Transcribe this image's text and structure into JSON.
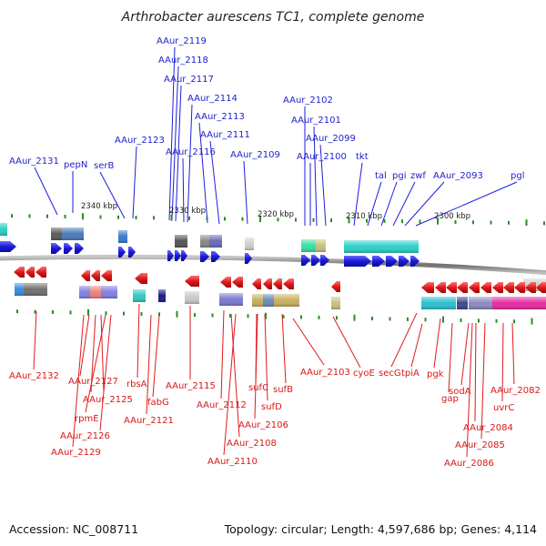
{
  "title": "Arthrobacter aurescens TC1, complete genome",
  "footer": {
    "accession": "Accession: NC_008711",
    "summary": "Topology: circular; Length: 4,597,686 bp; Genes: 4,114"
  },
  "colors": {
    "forward_strand": "#1e1edc",
    "reverse_strand": "#e11a1a",
    "backbone": "#8a8a8a",
    "tick": "#2c8c22"
  },
  "scale_ticks": [
    "2340 kbp",
    "2330 kbp",
    "2320 kbp",
    "2310 kbp",
    "2300 kbp"
  ],
  "forward_labels": [
    "AAur_2131",
    "pepN",
    "serB",
    "AAur_2123",
    "AAur_2119",
    "AAur_2118",
    "AAur_2117",
    "AAur_2116",
    "AAur_2114",
    "AAur_2113",
    "AAur_2111",
    "AAur_2109",
    "AAur_2102",
    "AAur_2101",
    "AAur_2099",
    "AAur_2100",
    "tkt",
    "tal",
    "pgi",
    "zwf",
    "AAur_2093",
    "pgl"
  ],
  "reverse_labels": [
    "AAur_2132",
    "AAur_2127",
    "AAur_2125",
    "rpmE",
    "AAur_2126",
    "AAur_2129",
    "rbsA",
    "fabG",
    "AAur_2121",
    "AAur_2115",
    "AAur_2112",
    "sufC",
    "sufD",
    "AAur_2106",
    "sufB",
    "AAur_2108",
    "AAur_2110",
    "AAur_2103",
    "cyoE",
    "secG",
    "tpiA",
    "pgk",
    "gap",
    "sodA",
    "AAur_2084",
    "AAur_2085",
    "AAur_2086",
    "uvrC",
    "AAur_2082"
  ]
}
